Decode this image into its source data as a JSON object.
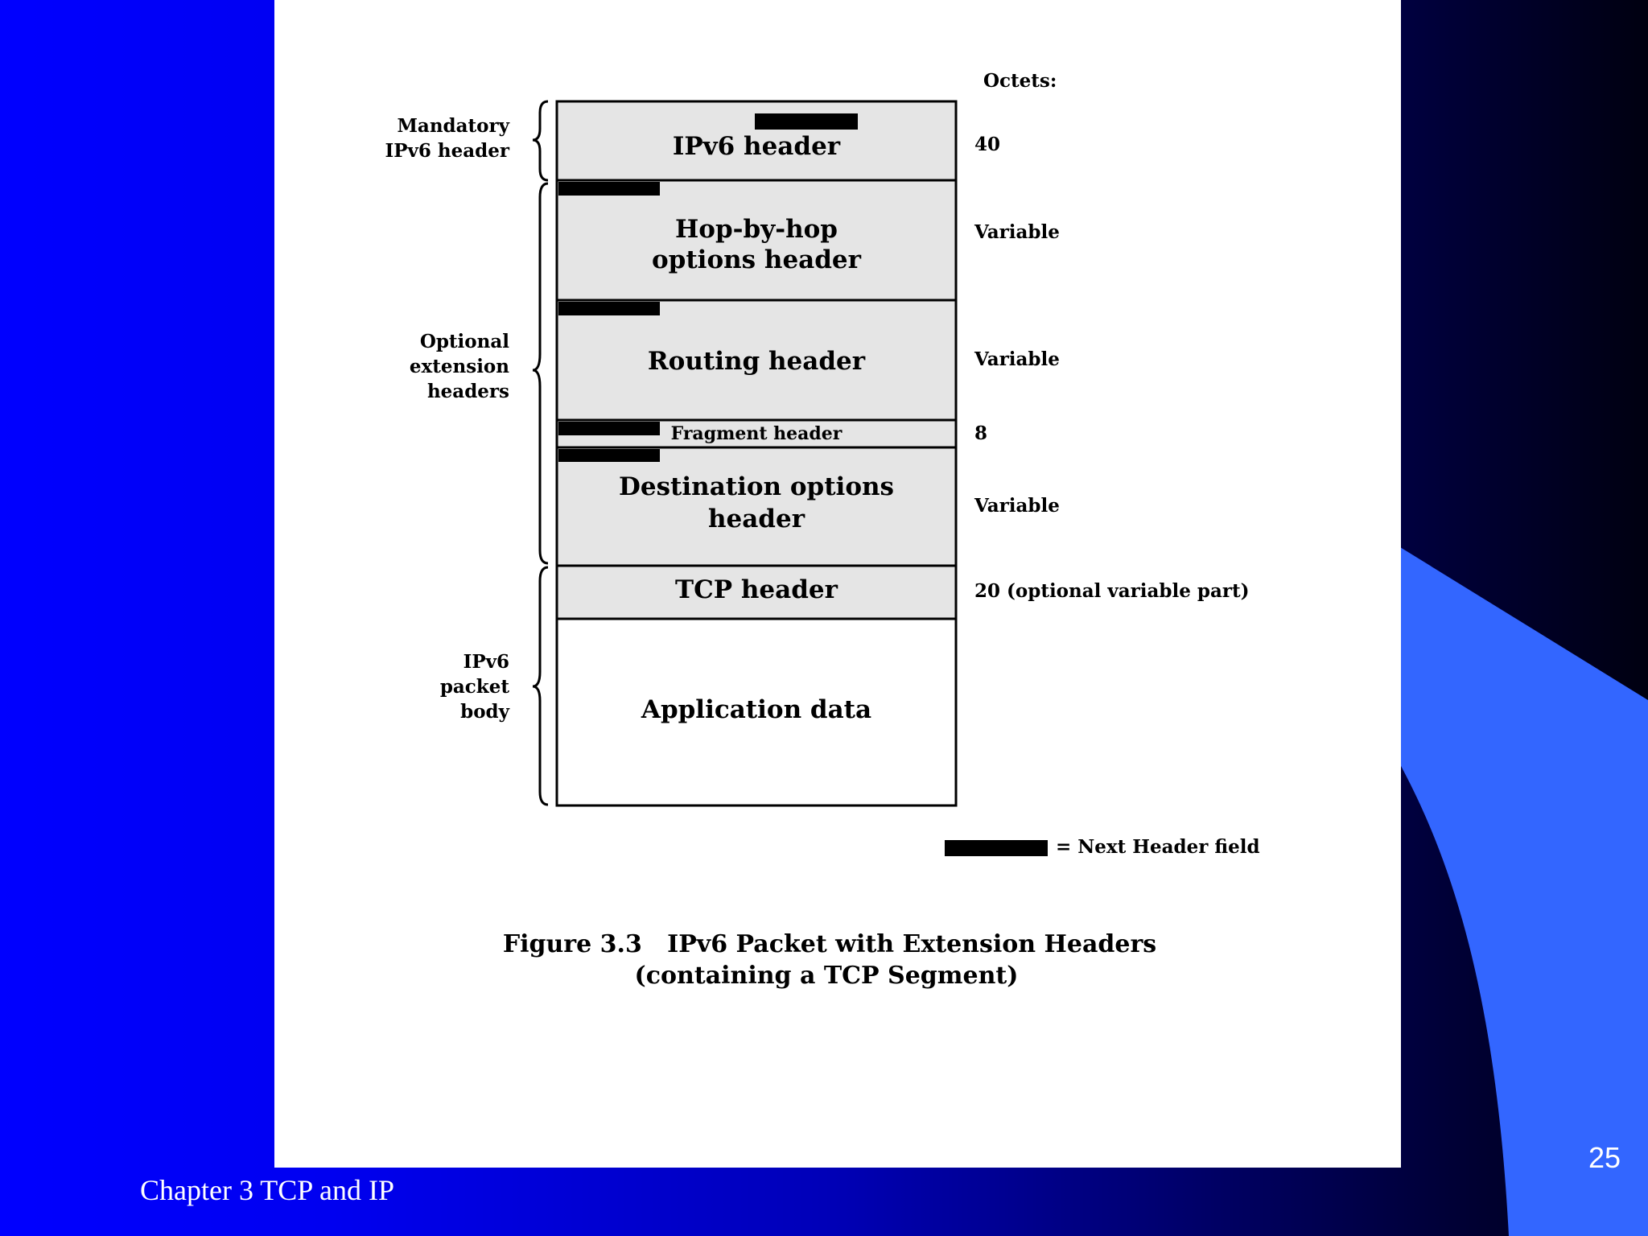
{
  "colors": {
    "box_fill": "#e5e5e5",
    "next_header_bar": "#000000",
    "background": "#0000ff",
    "accent": "#3366ff"
  },
  "octets_heading": "Octets:",
  "braces": [
    {
      "lines": [
        "Mandatory",
        "IPv6 header"
      ]
    },
    {
      "lines": [
        "Optional",
        "extension",
        "headers"
      ]
    },
    {
      "lines": [
        "IPv6",
        "packet",
        "body"
      ]
    }
  ],
  "blocks": [
    {
      "lines": [
        "IPv6 header"
      ],
      "octets": "40"
    },
    {
      "lines": [
        "Hop-by-hop",
        "options header"
      ],
      "octets": "Variable"
    },
    {
      "lines": [
        "Routing header"
      ],
      "octets": "Variable"
    },
    {
      "lines": [
        "Fragment header"
      ],
      "octets": "8"
    },
    {
      "lines": [
        "Destination options",
        "header"
      ],
      "octets": "Variable"
    },
    {
      "lines": [
        "TCP header"
      ],
      "octets": "20 (optional variable part)"
    },
    {
      "lines": [
        "Application data"
      ],
      "octets": ""
    }
  ],
  "legend": "= Next Header field",
  "caption": [
    "Figure 3.3   IPv6 Packet with Extension Headers",
    "(containing a TCP Segment)"
  ],
  "footer": {
    "text": "Chapter 3 TCP and IP",
    "page": "25"
  }
}
